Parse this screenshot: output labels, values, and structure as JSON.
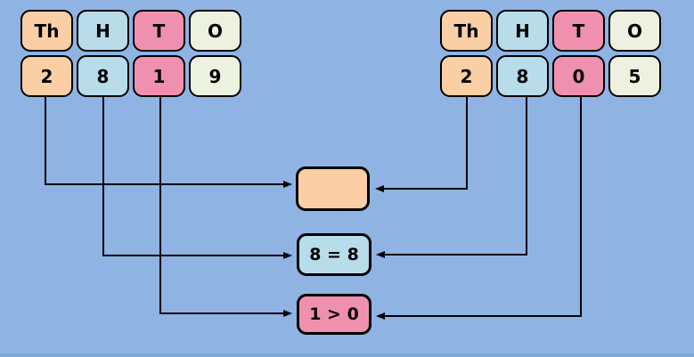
{
  "palette": {
    "background": "#8FB3E3",
    "bottom_strip": "#7FA7D8",
    "thousands": "#FACFA6",
    "hundreds": "#B8DCE9",
    "tens": "#F090AF",
    "ones": "#EDF1E0",
    "outline": "#000000",
    "arrow": "#000000"
  },
  "left_number": {
    "value": "2819",
    "cards": [
      {
        "header": "Th",
        "digit": "2"
      },
      {
        "header": "H",
        "digit": "8"
      },
      {
        "header": "T",
        "digit": "1"
      },
      {
        "header": "O",
        "digit": "9"
      }
    ]
  },
  "right_number": {
    "value": "2805",
    "cards": [
      {
        "header": "Th",
        "digit": "2"
      },
      {
        "header": "H",
        "digit": "8"
      },
      {
        "header": "T",
        "digit": "0"
      },
      {
        "header": "O",
        "digit": "5"
      }
    ]
  },
  "comparison_boxes": [
    {
      "place": "thousands",
      "text": ""
    },
    {
      "place": "hundreds",
      "text": "8 = 8"
    },
    {
      "place": "tens",
      "text": "1 > 0"
    }
  ]
}
